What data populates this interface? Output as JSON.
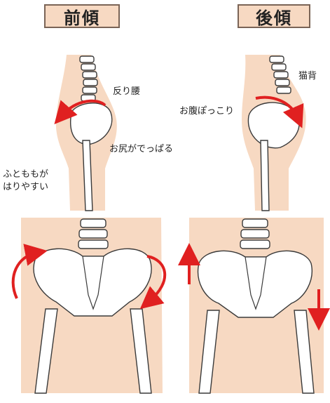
{
  "titles": {
    "anterior": "前傾",
    "posterior": "後傾"
  },
  "annotations": {
    "anterior": {
      "sway_back": "反り腰",
      "buttocks": "お尻がでっぱる",
      "thigh_line1": "ふとももが",
      "thigh_line2": "はりやすい"
    },
    "posterior": {
      "hunchback": "猫背",
      "belly": "お腹ぽっこり"
    }
  },
  "colors": {
    "skin": "#f7d9c2",
    "bone_fill": "#ffffff",
    "bone_stroke": "#3a3a3a",
    "arrow_red": "#e02020",
    "title_border": "#7a6456"
  },
  "icons": {
    "rotation_arrow": "curved-arrow-icon",
    "direction_arrow": "straight-arrow-icon"
  }
}
